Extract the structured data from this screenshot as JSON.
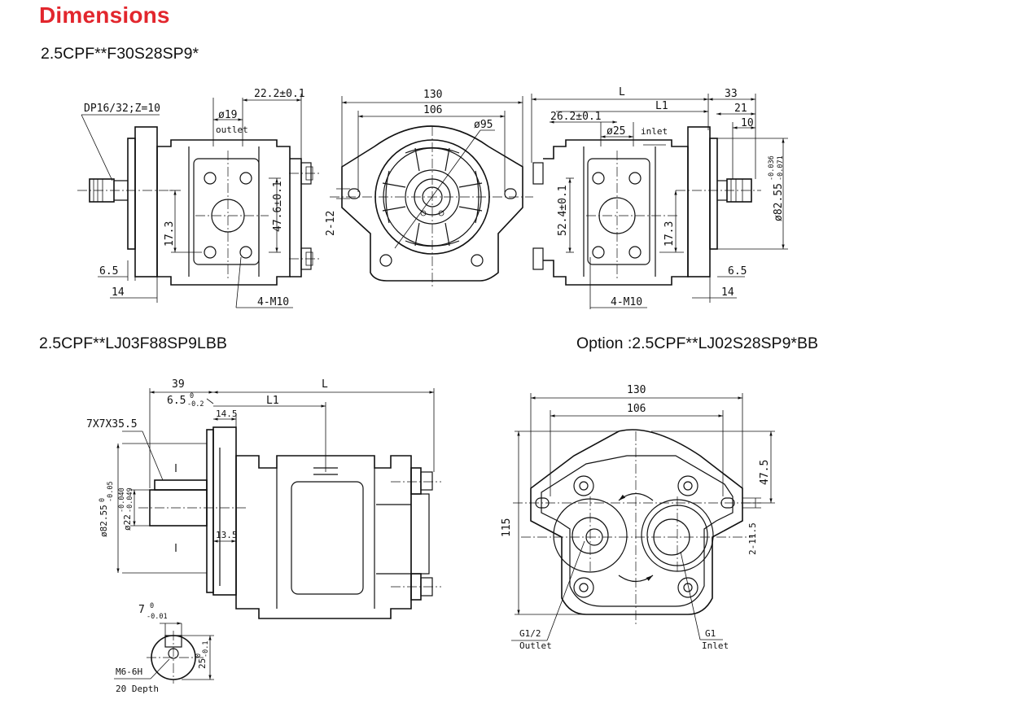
{
  "header": {
    "title": "Dimensions"
  },
  "models": {
    "top": "2.5CPF**F30S28SP9*",
    "bottom_left": "2.5CPF**LJ03F88SP9LBB",
    "bottom_right": "Option :2.5CPF**LJ02S28SP9*BB"
  },
  "dims": {
    "v1": {
      "dp": "DP16/32;Z=10",
      "phi19": "ø19",
      "outlet": "outlet",
      "d22": "22.2±0.1",
      "d47": "47.6±0.1",
      "d17": "17.3",
      "d6_5": "6.5",
      "d14": "14",
      "m10": "4-M10"
    },
    "v2": {
      "d130": "130",
      "d106": "106",
      "phi95": "ø95",
      "d2_12": "2-12"
    },
    "v3": {
      "L": "L",
      "L1": "L1",
      "d33": "33",
      "d21": "21",
      "d10": "10",
      "d26": "26.2±0.1",
      "phi25": "ø25",
      "inlet": "inlet",
      "d52": "52.4±0.1",
      "d17": "17.3",
      "phi82": "ø82.55",
      "tol_hi": "-0.036",
      "tol_lo": "-0.071",
      "d6_5": "6.5",
      "d14": "14",
      "m10": "4-M10"
    },
    "v4": {
      "d39": "39",
      "L": "L",
      "d6_5": "6.5",
      "tol_hi": "0",
      "tol_lo": "-0.2",
      "L1": "L1",
      "d14_5": "14.5",
      "key": "7X7X35.5",
      "d13_5": "13.5",
      "phi82": "ø82.55",
      "phi82_hi": "0",
      "phi82_lo": "-0.05",
      "phi22": "ø22",
      "phi22_hi": "-0.040",
      "phi22_lo": "-0.049",
      "d7": "7",
      "d7_hi": "0",
      "d7_lo": "-0.01",
      "d25": "25",
      "d25_hi": "0",
      "d25_lo": "-0.1",
      "m6": "M6-6H",
      "depth": "20 Depth"
    },
    "v5": {
      "d130": "130",
      "d106": "106",
      "d47_5": "47.5",
      "d115": "115",
      "d2_11_5": "2-11.5",
      "g12": "G1/2",
      "outlet": "Outlet",
      "g1": "G1",
      "inlet": "Inlet"
    }
  }
}
